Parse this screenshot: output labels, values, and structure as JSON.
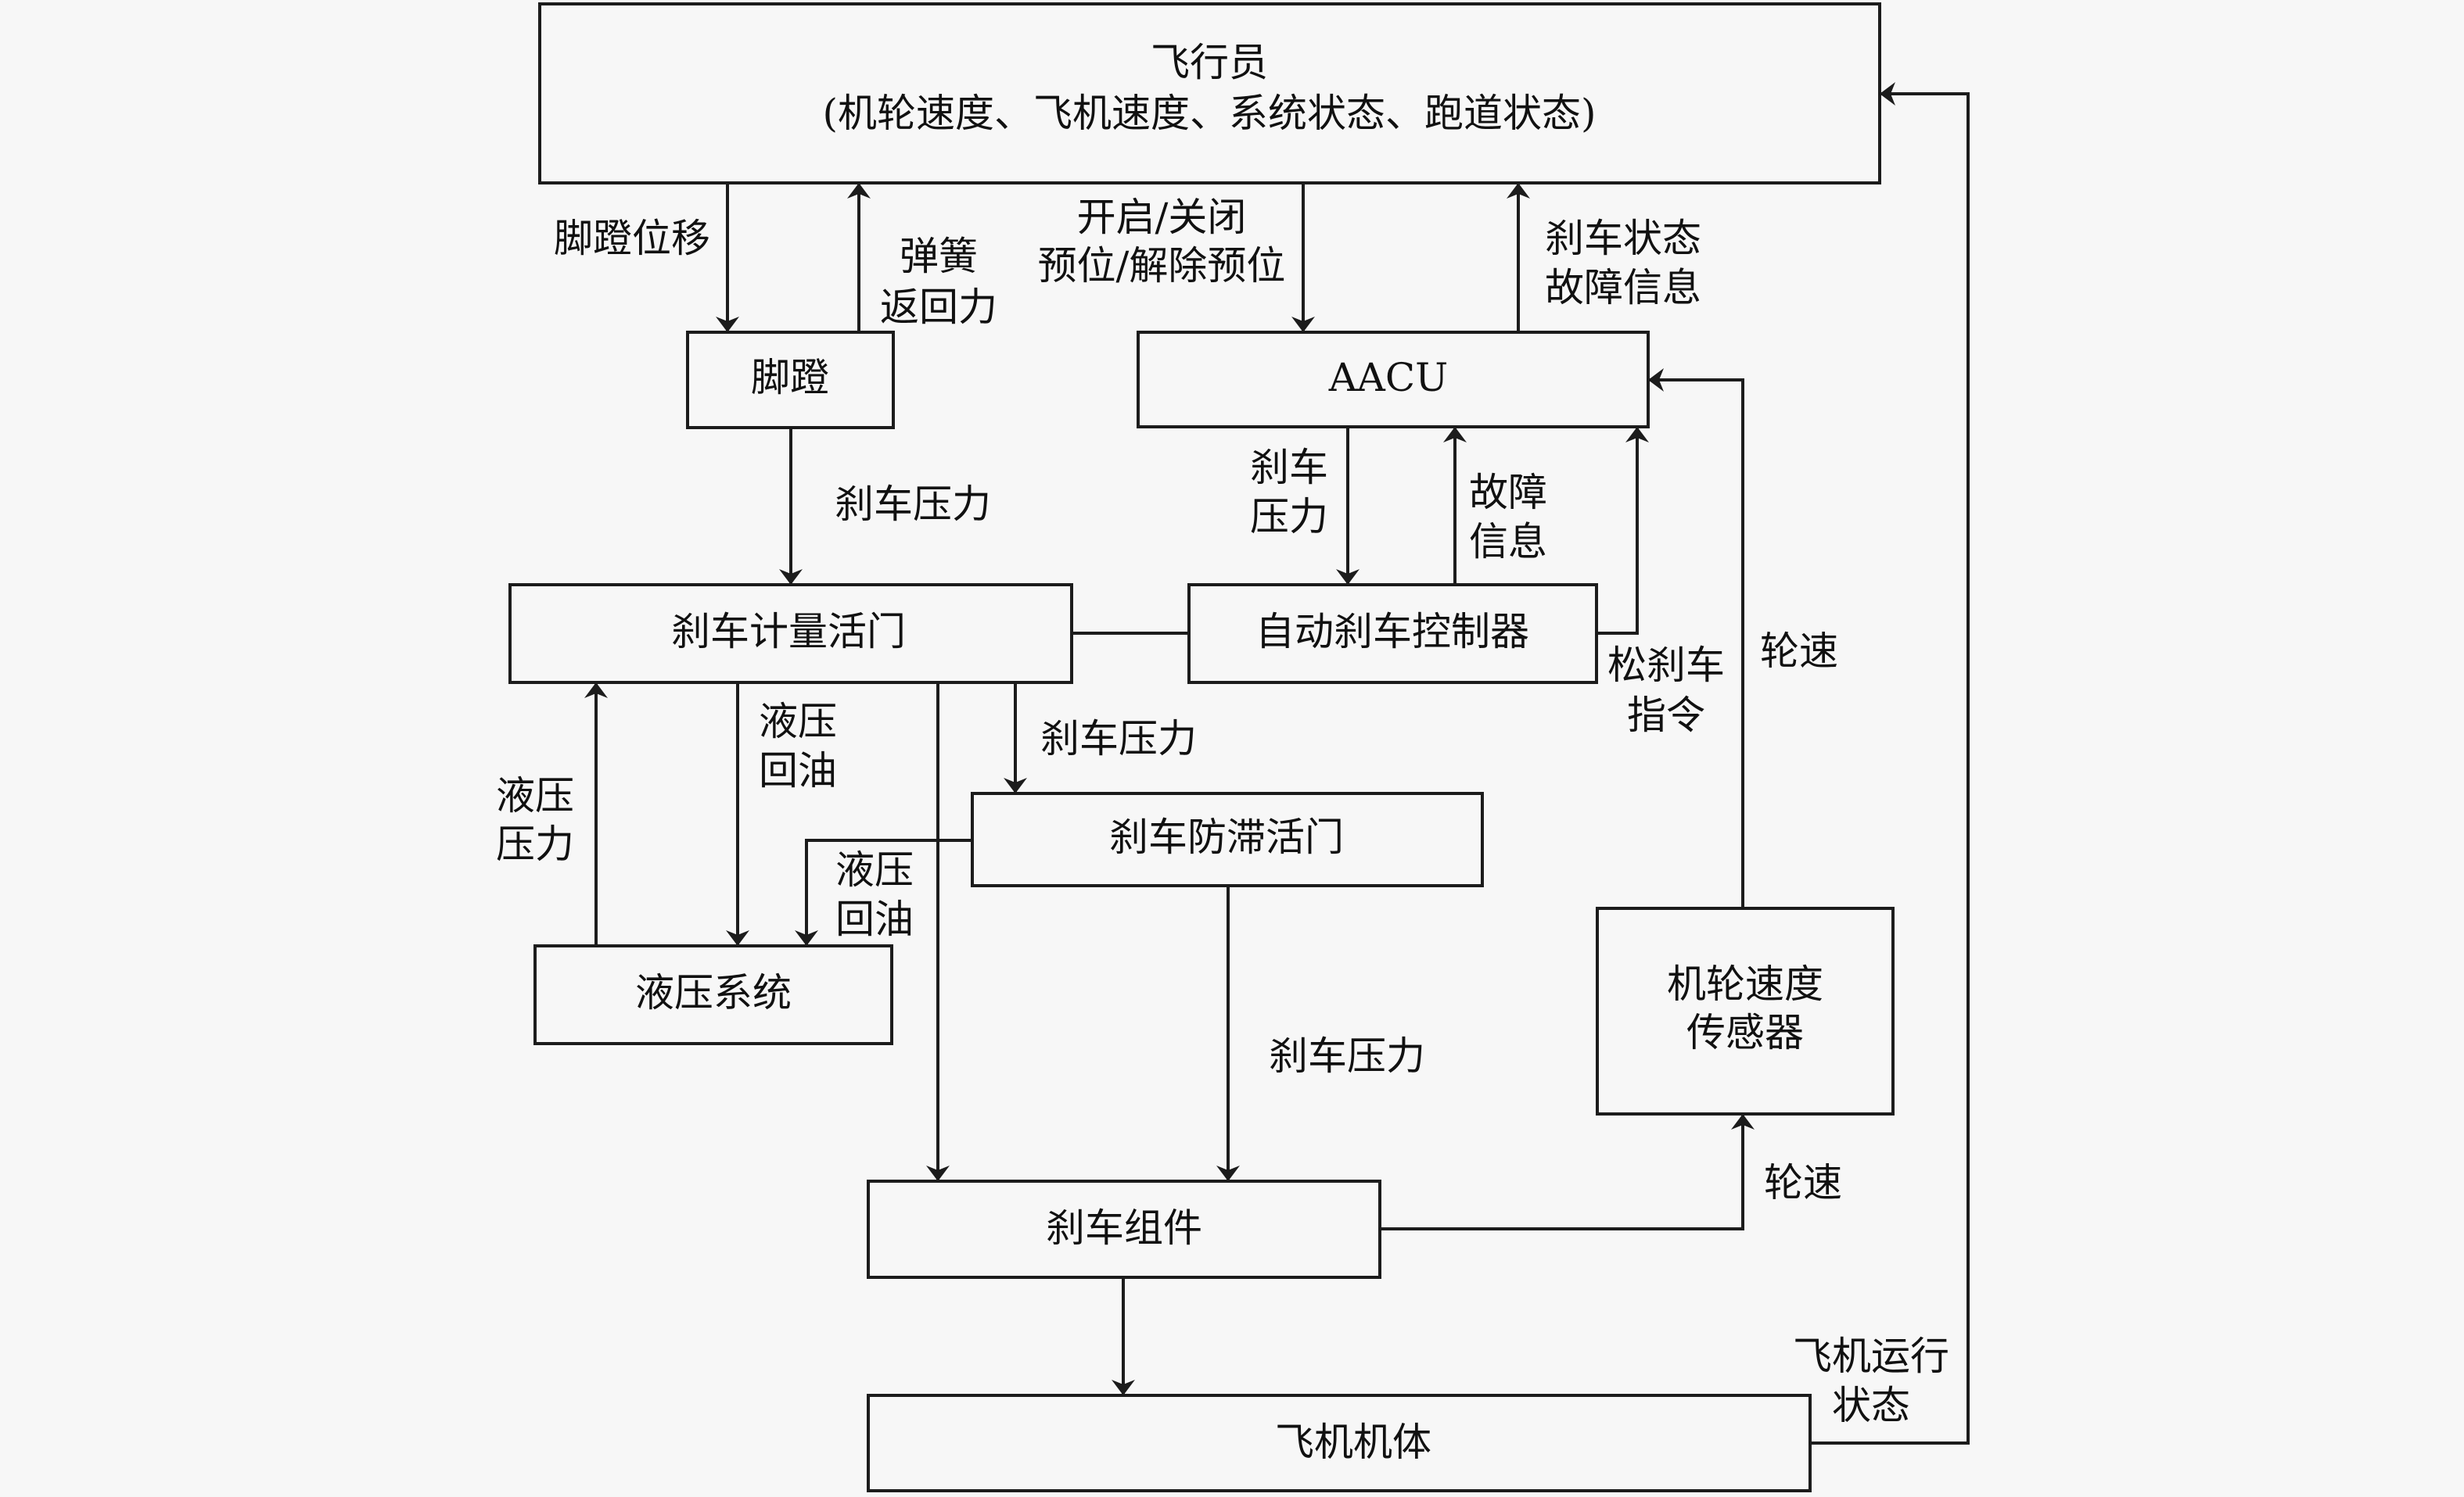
{
  "diagram": {
    "title": "Aircraft brake system control block diagram",
    "nodes": {
      "pilot": {
        "line1": "飞行员",
        "line2": "(机轮速度、飞机速度、系统状态、跑道状态)"
      },
      "pedal": {
        "label": "脚蹬"
      },
      "aacu": {
        "label": "AACU"
      },
      "metering_valve": {
        "label": "刹车计量活门"
      },
      "autobrake_controller": {
        "label": "自动刹车控制器"
      },
      "antiskid_valve": {
        "label": "刹车防滞活门"
      },
      "hydraulic_system": {
        "label": "液压系统"
      },
      "wheel_speed_sensor": {
        "line1": "机轮速度",
        "line2": "传感器"
      },
      "brake_assembly": {
        "label": "刹车组件"
      },
      "airframe": {
        "label": "飞机机体"
      }
    },
    "edge_labels": {
      "pedal_displacement": "脚蹬位移",
      "spring_return_1": "弹簧",
      "spring_return_2": "返回力",
      "arm_1": "开启/关闭",
      "arm_2": "预位/解除预位",
      "brake_status_1": "刹车状态",
      "brake_status_2": "故障信息",
      "pedal_brake_pressure": "刹车压力",
      "aacu_brake_pressure_1": "刹车",
      "aacu_brake_pressure_2": "压力",
      "fault_info_1": "故障",
      "fault_info_2": "信息",
      "release_cmd_1": "松刹车",
      "release_cmd_2": "指令",
      "wheel_speed_upper": "轮速",
      "hyd_pressure_1": "液压",
      "hyd_pressure_2": "压力",
      "hyd_return_a_1": "液压",
      "hyd_return_a_2": "回油",
      "metering_brake_pressure": "刹车压力",
      "hyd_return_b_1": "液压",
      "hyd_return_b_2": "回油",
      "antiskid_brake_pressure": "刹车压力",
      "wheel_speed_lower": "轮速",
      "aircraft_state_1": "飞机运行",
      "aircraft_state_2": "状态"
    }
  }
}
